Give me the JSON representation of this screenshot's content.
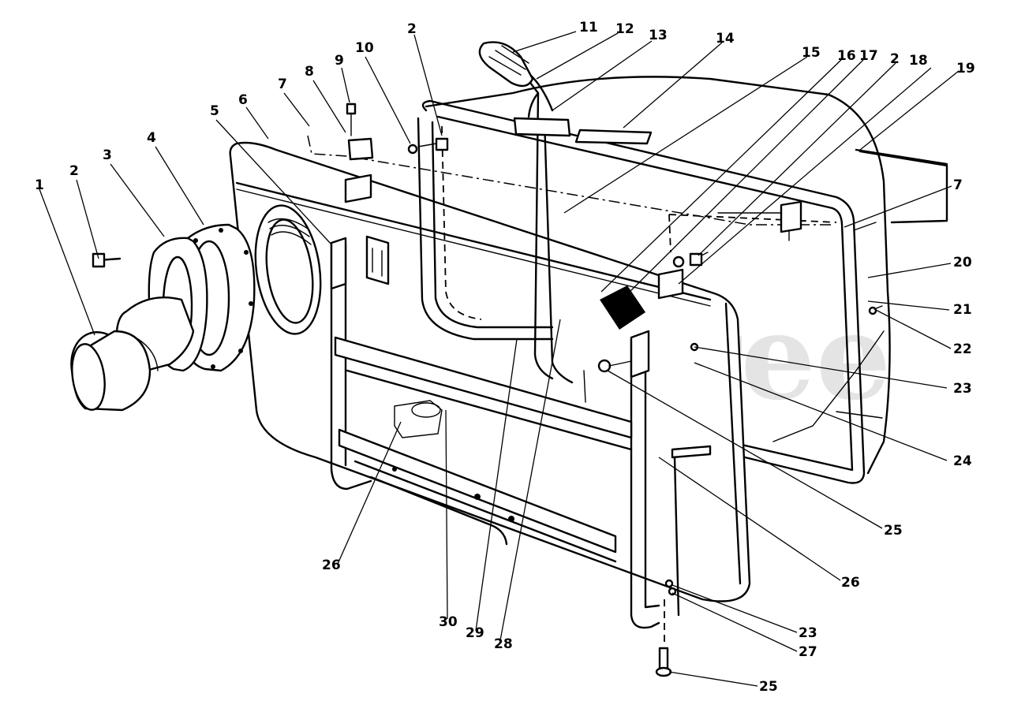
{
  "watermark": "PartsTree",
  "callouts": [
    "1",
    "2",
    "3",
    "4",
    "5",
    "6",
    "7",
    "8",
    "9",
    "10",
    "11",
    "12",
    "13",
    "14",
    "15",
    "16",
    "17",
    "2",
    "18",
    "19",
    "7",
    "20",
    "21",
    "22",
    "23",
    "24",
    "25",
    "26",
    "23",
    "27",
    "25",
    "26",
    "30",
    "29",
    "28"
  ]
}
